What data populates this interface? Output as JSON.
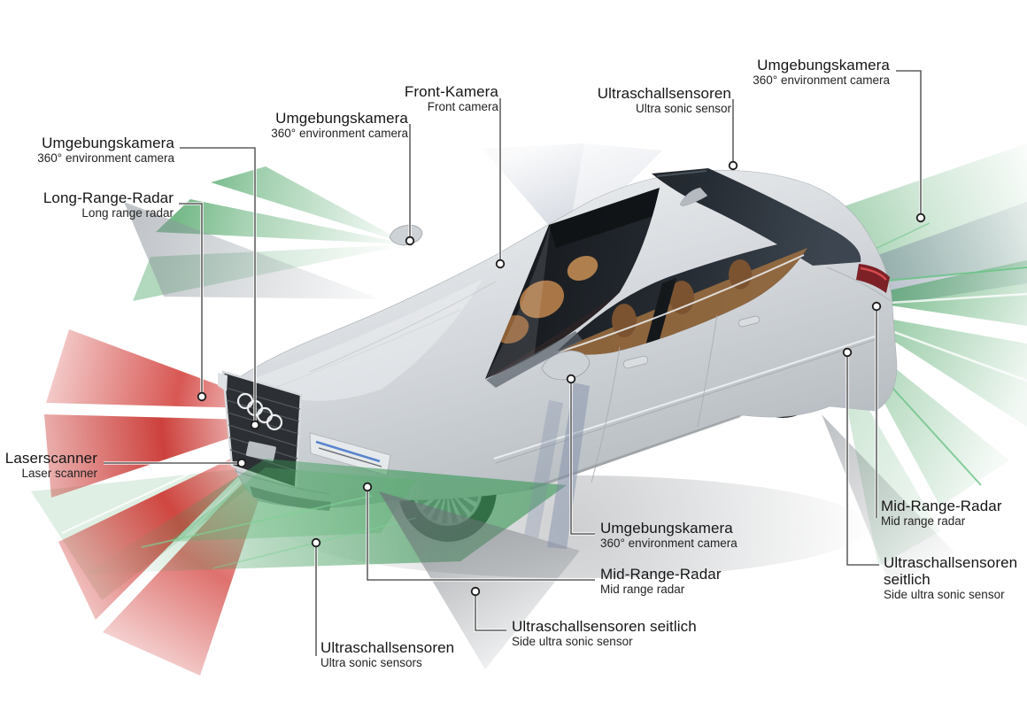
{
  "diagram": {
    "alt": "Silver luxury sedan seen from an elevated front-three-quarter view with colored sensor coverage zones radiating outward"
  },
  "labels": [
    {
      "id": "umgebungskamera-top-right",
      "de": "Umgebungskamera",
      "en": "360° environment camera"
    },
    {
      "id": "ultraschallsensoren-top",
      "de": "Ultraschallsensoren",
      "en": "Ultra sonic sensor"
    },
    {
      "id": "front-kamera",
      "de": "Front-Kamera",
      "en": "Front camera"
    },
    {
      "id": "umgebungskamera-mid",
      "de": "Umgebungskamera",
      "en": "360° environment camera"
    },
    {
      "id": "umgebungskamera-left",
      "de": "Umgebungskamera",
      "en": "360° environment camera"
    },
    {
      "id": "long-range-radar",
      "de": "Long-Range-Radar",
      "en": "Long range radar"
    },
    {
      "id": "laserscanner",
      "de": "Laserscanner",
      "en": "Laser scanner"
    },
    {
      "id": "ultraschallsensoren-bottom",
      "de": "Ultraschallsensoren",
      "en": "Ultra sonic sensors"
    },
    {
      "id": "ultraschallsensoren-seitlich-bottom",
      "de": "Ultraschallsensoren seitlich",
      "en": "Side ultra sonic sensor"
    },
    {
      "id": "mid-range-radar-bottom",
      "de": "Mid-Range-Radar",
      "en": "Mid range radar"
    },
    {
      "id": "umgebungskamera-bottom",
      "de": "Umgebungskamera",
      "en": "360° environment camera"
    },
    {
      "id": "mid-range-radar-right",
      "de": "Mid-Range-Radar",
      "en": "Mid range radar"
    },
    {
      "id": "ultraschallsensoren-seitlich-right",
      "de": "Ultraschallsensoren seitlich",
      "en": "Side ultra sonic sensor"
    }
  ],
  "colors": {
    "background": "#ffffff",
    "label_text": "#161616",
    "leader_line": "#3f3f3f",
    "zone_green": "#3f9e5a",
    "zone_red": "#cd2823",
    "zone_blue_gray": "#7d8aa0",
    "zone_gray": "#969ca1",
    "car_silver": "#ccd1d5",
    "glass_dark": "#1d2125",
    "interior_brown": "#a5713f"
  }
}
